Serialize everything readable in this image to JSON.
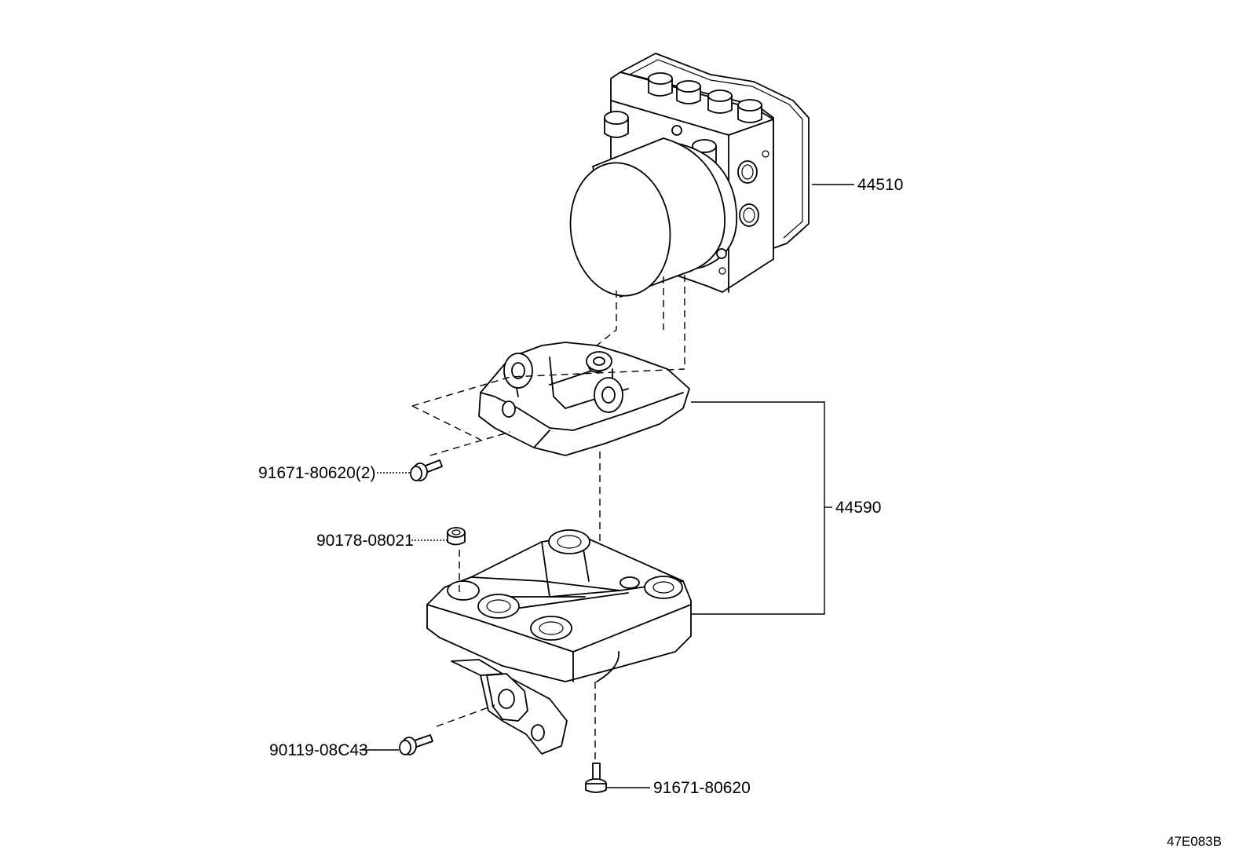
{
  "callouts": {
    "actuator": "44510",
    "bracket_assy": "44590",
    "bolt_upper": "91671-80620(2)",
    "nut": "90178-08021",
    "bolt_side": "90119-08C43",
    "bolt_lower": "91671-80620"
  },
  "figure_code": "47E083B"
}
